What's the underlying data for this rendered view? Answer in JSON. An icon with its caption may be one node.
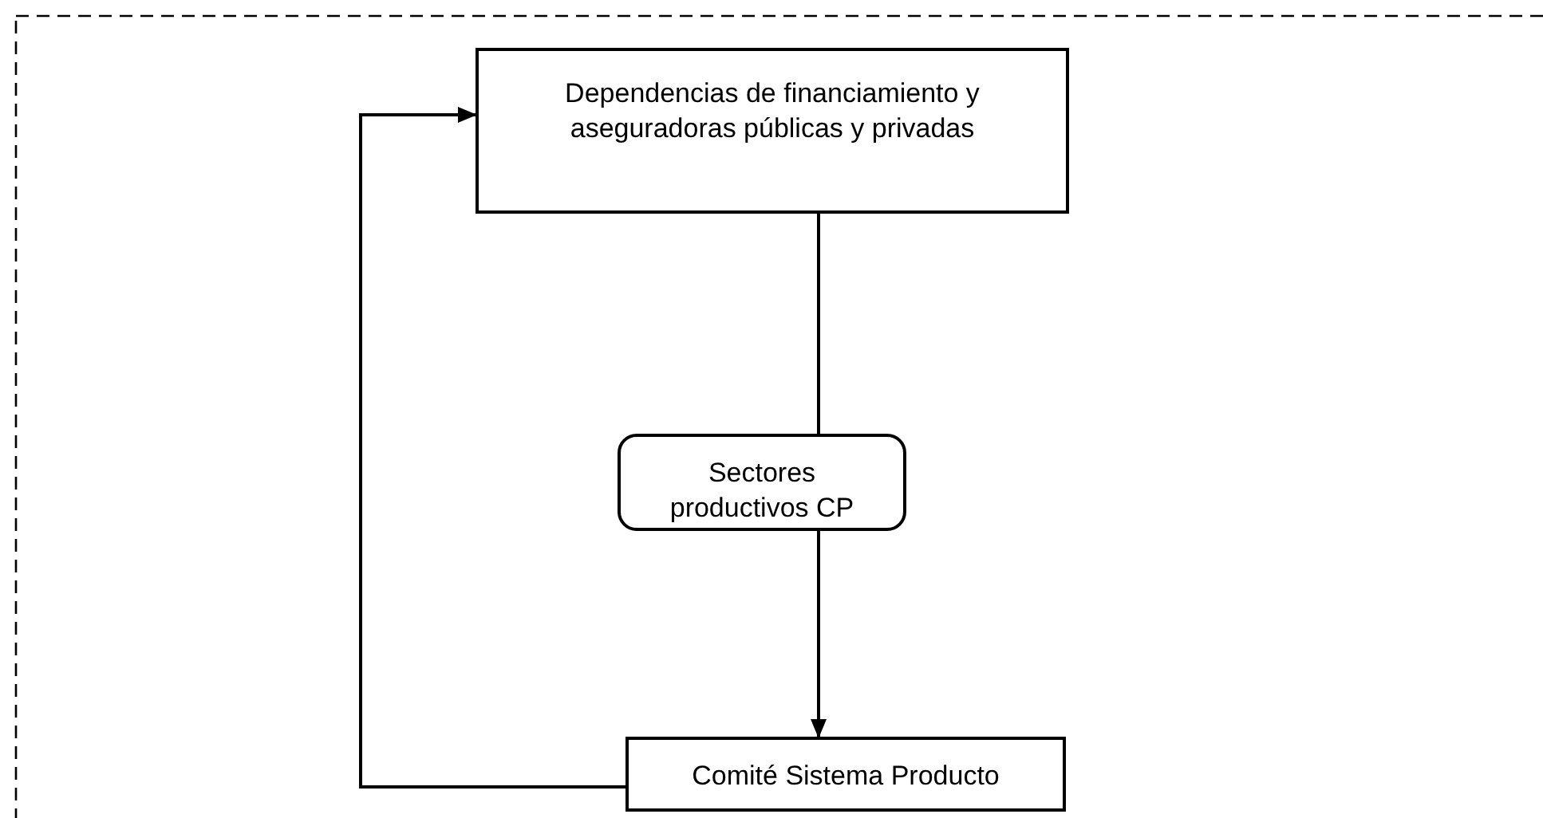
{
  "diagram": {
    "nodes": [
      {
        "text": [
          "Dependencias de financiamiento y aseguradoras públicas y privadas"
        ]
      },
      {
        "text": [
          "Sectores productivos CP"
        ]
      },
      {
        "text": [
          "Comité Sistema Producto"
        ]
      }
    ],
    "edges": [
      {
        "from": 0,
        "to": 1,
        "arrow": "none"
      },
      {
        "from": 1,
        "to": 2,
        "arrow": "to"
      },
      {
        "from": 2,
        "to": 0,
        "arrow": "to"
      }
    ]
  }
}
